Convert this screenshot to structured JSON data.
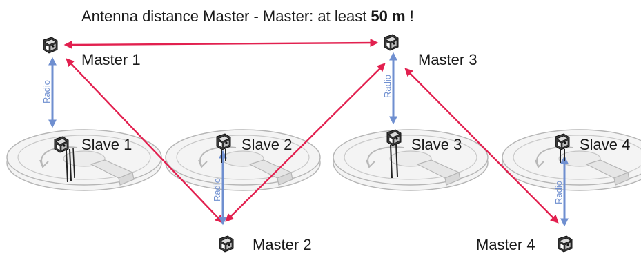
{
  "title": {
    "prefix": "Antenna distance Master - Master: at least ",
    "bold": "50 m",
    "suffix": " !"
  },
  "masters": [
    {
      "label": "Master 1"
    },
    {
      "label": "Master 2"
    },
    {
      "label": "Master 3"
    },
    {
      "label": "Master 4"
    }
  ],
  "slaves": [
    {
      "label": "Slave 1"
    },
    {
      "label": "Slave 2"
    },
    {
      "label": "Slave 3"
    },
    {
      "label": "Slave 4"
    }
  ],
  "radio_label": "Radio",
  "colors": {
    "master_link": "#e2204f",
    "radio_link": "#6f8fd0",
    "tank": "#b5b5b5"
  }
}
